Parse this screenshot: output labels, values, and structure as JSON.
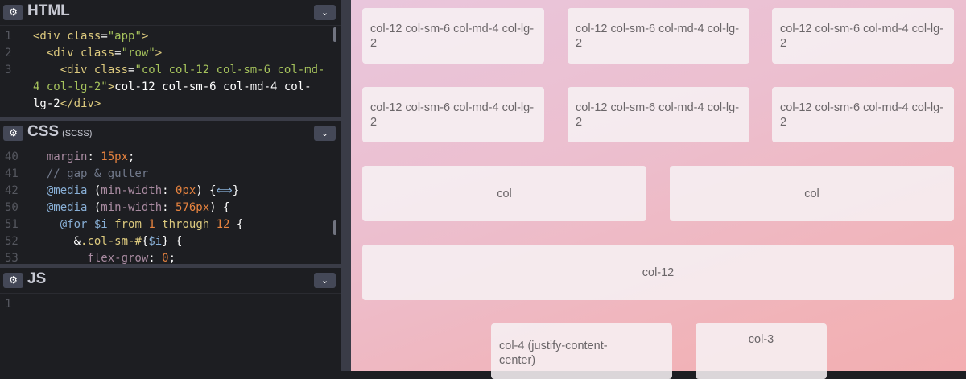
{
  "editor": {
    "html_panel": {
      "title": "HTML",
      "lines": [
        {
          "num": "1",
          "parts": [
            [
              "tag",
              "<div "
            ],
            [
              "a",
              "class"
            ],
            [
              "w",
              "="
            ],
            [
              "s",
              "\"app\""
            ],
            [
              "tag",
              ">"
            ]
          ]
        },
        {
          "num": "2",
          "parts": [
            [
              "tag",
              "  <div "
            ],
            [
              "a",
              "class"
            ],
            [
              "w",
              "="
            ],
            [
              "s",
              "\"row\""
            ],
            [
              "tag",
              ">"
            ]
          ]
        },
        {
          "num": "3",
          "parts": [
            [
              "tag",
              "    <div "
            ],
            [
              "a",
              "class"
            ],
            [
              "w",
              "="
            ],
            [
              "s",
              "\"col col-12 col-sm-6 col-md-"
            ]
          ]
        },
        {
          "num": "",
          "parts": [
            [
              "s",
              "4 col-lg-2\""
            ],
            [
              "tag",
              ">"
            ],
            [
              "w",
              "col-12 col-sm-6 col-md-4 col-"
            ]
          ]
        },
        {
          "num": "",
          "parts": [
            [
              "w",
              "lg-2"
            ],
            [
              "tag",
              "</div>"
            ]
          ]
        }
      ]
    },
    "css_panel": {
      "title": "CSS",
      "subtitle": "(SCSS)",
      "lines": [
        {
          "num": "40",
          "parts": [
            [
              "p",
              "  margin"
            ],
            [
              "w",
              ": "
            ],
            [
              "n",
              "15px"
            ],
            [
              "w",
              ";"
            ]
          ]
        },
        {
          "num": "41",
          "parts": [
            [
              "c",
              "  // gap & gutter"
            ]
          ]
        },
        {
          "num": "42",
          "parts": [
            [
              "k",
              "  @media "
            ],
            [
              "w",
              "("
            ],
            [
              "p",
              "min-width"
            ],
            [
              "w",
              ": "
            ],
            [
              "n",
              "0px"
            ],
            [
              "w",
              ") {"
            ],
            [
              "k",
              "⟺"
            ],
            [
              "w",
              "}"
            ]
          ]
        },
        {
          "num": "50",
          "parts": [
            [
              "k",
              "  @media "
            ],
            [
              "w",
              "("
            ],
            [
              "p",
              "min-width"
            ],
            [
              "w",
              ": "
            ],
            [
              "n",
              "576px"
            ],
            [
              "w",
              ") {"
            ]
          ]
        },
        {
          "num": "51",
          "parts": [
            [
              "k",
              "    @for "
            ],
            [
              "k",
              "$i "
            ],
            [
              "t",
              "from "
            ],
            [
              "n",
              "1 "
            ],
            [
              "t",
              "through "
            ],
            [
              "n",
              "12 "
            ],
            [
              "w",
              "{"
            ]
          ]
        },
        {
          "num": "52",
          "parts": [
            [
              "w",
              "      &"
            ],
            [
              "t",
              ".col-sm-#"
            ],
            [
              "w",
              "{"
            ],
            [
              "k",
              "$i"
            ],
            [
              "w",
              "} {"
            ]
          ]
        },
        {
          "num": "53",
          "parts": [
            [
              "p",
              "        flex-grow"
            ],
            [
              "w",
              ": "
            ],
            [
              "n",
              "0"
            ],
            [
              "w",
              ";"
            ]
          ]
        }
      ]
    },
    "js_panel": {
      "title": "JS",
      "lines": [
        {
          "num": "1",
          "parts": []
        }
      ]
    }
  },
  "preview": {
    "boxes": [
      "col-12 col-sm-6 col-md-4 col-lg-2",
      "col-12 col-sm-6 col-md-4 col-lg-2",
      "col-12 col-sm-6 col-md-4 col-lg-2",
      "col-12 col-sm-6 col-md-4 col-lg-2",
      "col-12 col-sm-6 col-md-4 col-lg-2",
      "col-12 col-sm-6 col-md-4 col-lg-2",
      "col",
      "col",
      "col-12",
      "col-4 (justify-content-center)",
      "col-3"
    ]
  }
}
